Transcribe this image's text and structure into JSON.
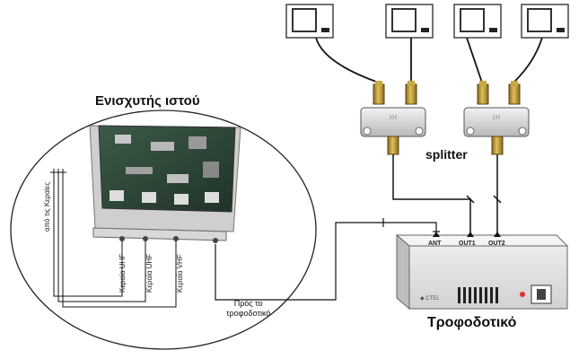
{
  "amplifier": {
    "title": "Ενισχυτής ιστού",
    "from_antennas_label": "από τις Κεραίες",
    "inputs": [
      "Κεραία UHF",
      "Κεραία UHF",
      "Κεραία VHF"
    ]
  },
  "splitter_label": "splitter",
  "power_supply": {
    "title": "Τροφοδοτικό",
    "ports": [
      "ANT",
      "OUT1",
      "OUT2"
    ]
  },
  "to_power_supply_label": {
    "line1": "Πρός το",
    "line2": "τροφοδοτικό"
  },
  "tv_count": 4
}
